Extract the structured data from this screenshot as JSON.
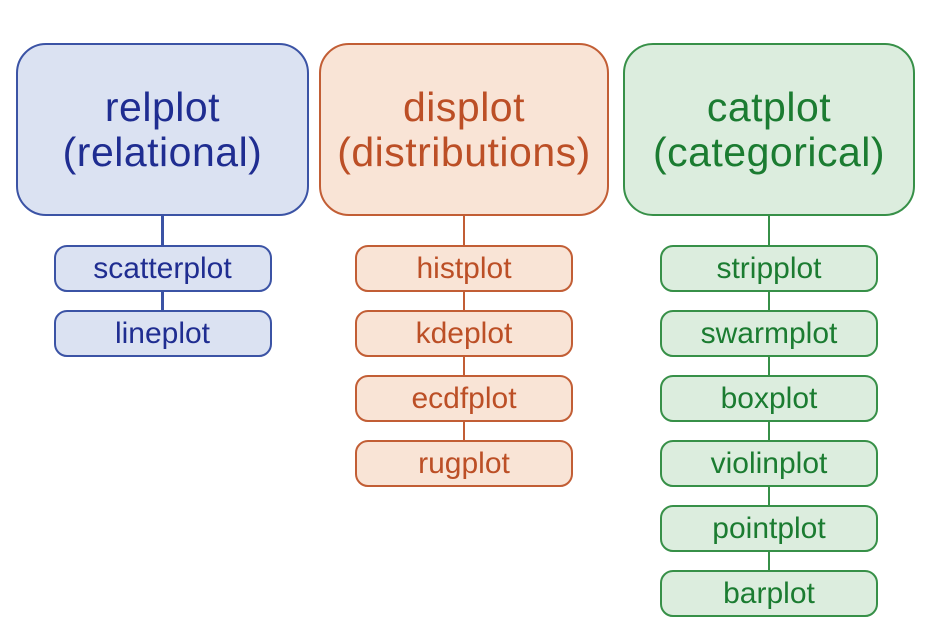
{
  "diagram": {
    "background": "#ffffff",
    "columns": [
      {
        "id": "relplot",
        "header": {
          "name": "relplot",
          "category": "(relational)"
        },
        "children": [
          "scatterplot",
          "lineplot"
        ],
        "colors": {
          "fill": "#dbe2f2",
          "border": "#3b53a5",
          "text": "#1f2d91"
        }
      },
      {
        "id": "displot",
        "header": {
          "name": "displot",
          "category": "(distributions)"
        },
        "children": [
          "histplot",
          "kdeplot",
          "ecdfplot",
          "rugplot"
        ],
        "colors": {
          "fill": "#f9e4d6",
          "border": "#c25e35",
          "text": "#bc4f26"
        }
      },
      {
        "id": "catplot",
        "header": {
          "name": "catplot",
          "category": "(categorical)"
        },
        "children": [
          "stripplot",
          "swarmplot",
          "boxplot",
          "violinplot",
          "pointplot",
          "barplot"
        ],
        "colors": {
          "fill": "#dcedde",
          "border": "#379048",
          "text": "#1b7c31"
        }
      }
    ]
  }
}
